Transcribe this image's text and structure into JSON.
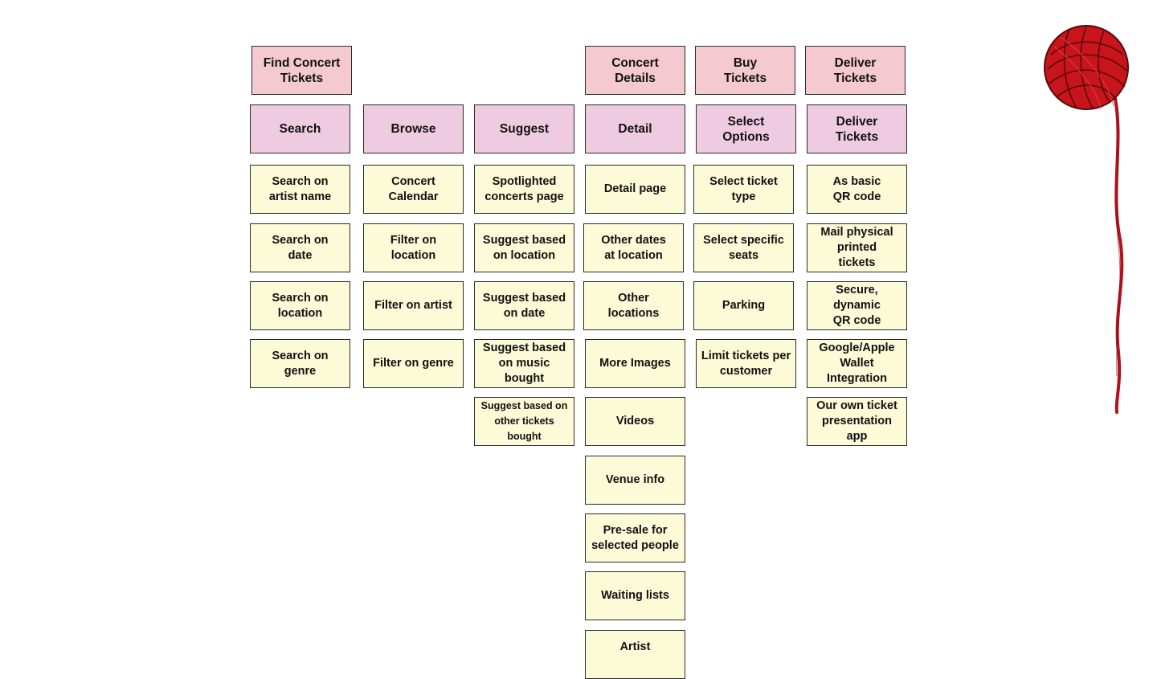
{
  "activities": [
    {
      "label": "Find Concert\nTickets"
    },
    {
      "label": "Concert\nDetails"
    },
    {
      "label": "Buy\nTickets"
    },
    {
      "label": "Deliver\nTickets"
    }
  ],
  "tasks": [
    {
      "label": "Search"
    },
    {
      "label": "Browse"
    },
    {
      "label": "Suggest"
    },
    {
      "label": "Detail"
    },
    {
      "label": "Select\nOptions"
    },
    {
      "label": "Deliver\nTickets"
    }
  ],
  "stories": {
    "search": [
      "Search on\nartist name",
      "Search on\ndate",
      "Search on\nlocation",
      "Search on\ngenre"
    ],
    "browse": [
      "Concert\nCalendar",
      "Filter on\nlocation",
      "Filter on artist",
      "Filter on genre"
    ],
    "suggest": [
      "Spotlighted\nconcerts page",
      "Suggest based\non location",
      "Suggest based\non date",
      "Suggest based\non music\nbought",
      "Suggest based on\nother tickets\nbought"
    ],
    "detail": [
      "Detail page",
      "Other dates\nat location",
      "Other\nlocations",
      "More Images",
      "Videos",
      "Venue info",
      "Pre-sale for\nselected people",
      "Waiting lists",
      "Artist"
    ],
    "select_options": [
      "Select ticket\ntype",
      "Select specific\nseats",
      "Parking",
      "Limit tickets per\ncustomer"
    ],
    "deliver": [
      "As basic\nQR code",
      "Mail physical\nprinted\ntickets",
      "Secure,\ndynamic\nQR code",
      "Google/Apple\nWallet\nIntegration",
      "Our own ticket\npresentation\napp"
    ]
  },
  "colors": {
    "activity": "#f4c9cf",
    "task": "#efcbe1",
    "story": "#fdfad7",
    "yarn": "#c8141b"
  },
  "decoration": {
    "icon": "yarn-ball-icon"
  }
}
